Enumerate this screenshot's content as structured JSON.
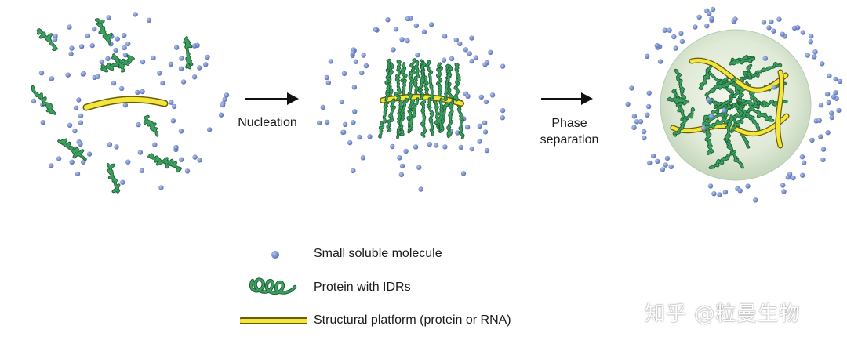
{
  "steps": {
    "nucleation": "Nucleation",
    "phase_line1": "Phase",
    "phase_line2": "separation"
  },
  "legend": {
    "small_molecule": "Small soluble molecule",
    "protein_idr": "Protein with IDRs",
    "platform": "Structural platform (protein or RNA)"
  },
  "watermark": "知乎 @粒曼生物",
  "colors": {
    "molecule": "#6f88c9",
    "protein": "#2f8a4f",
    "platform_fill": "#f2e63a",
    "platform_edge": "#8a7a10",
    "droplet": "#dbe8d4",
    "arrow": "#111111"
  }
}
